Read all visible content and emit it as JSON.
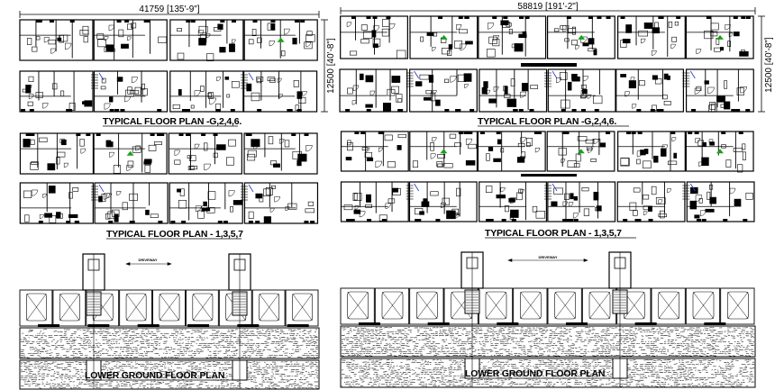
{
  "drawing": {
    "left": {
      "overall_width_dim": "41759 [135'-9\"]",
      "overall_depth_dim": "12500 [40'-8\"]",
      "caption_typical_even": "TYPICAL FLOOR PLAN -G,2,4,6.",
      "caption_typical_odd": "TYPICAL FLOOR PLAN - 1,3,5,7",
      "caption_lower_ground": "LOWER GROUND FLOOR PLAN",
      "driveway_label": "DRIVEWAY"
    },
    "right": {
      "overall_width_dim": "58819 [191'-2\"]",
      "overall_depth_dim": "12500 [40'-8\"]",
      "caption_typical_even": "TYPICAL FLOOR PLAN -G,2,4,6.",
      "caption_typical_odd": "TYPICAL FLOOR PLAN - 1,3,5,7",
      "caption_lower_ground": "LOWER GROUND FLOOR PLAN",
      "driveway_label": "DRIVEWAY"
    }
  }
}
